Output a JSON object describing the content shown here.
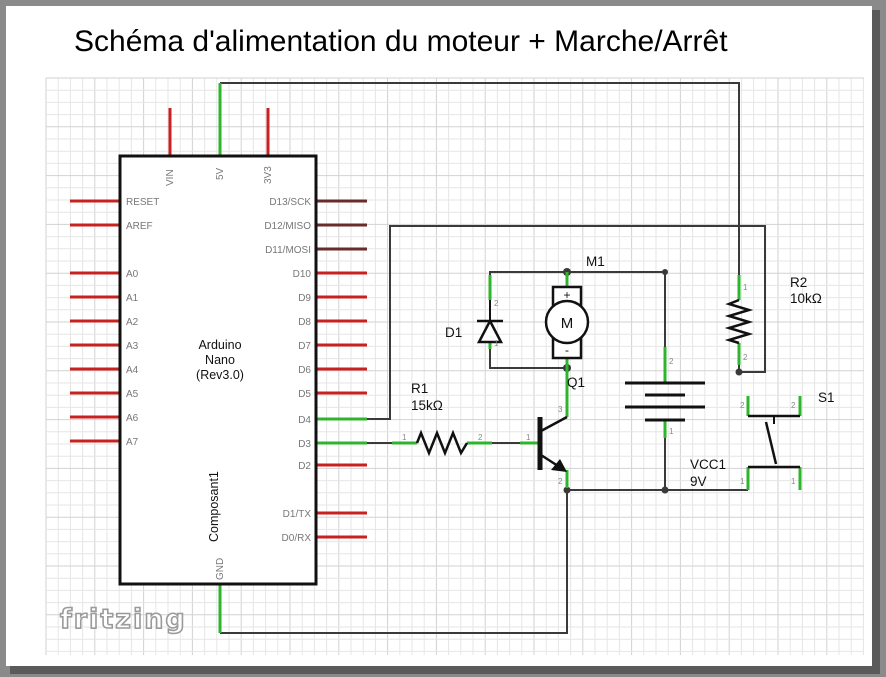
{
  "title": "Schéma d'alimentation du moteur + Marche/Arrêt",
  "logo": "fritzing",
  "arduino": {
    "name_lines": [
      "Arduino",
      "Nano",
      "(Rev3.0)"
    ],
    "instance": "Composant1",
    "top_pins": [
      "VIN",
      "5V",
      "3V3"
    ],
    "bottom_pin": "GND",
    "left_pins": [
      "RESET",
      "AREF",
      "A0",
      "A1",
      "A2",
      "A3",
      "A4",
      "A5",
      "A6",
      "A7"
    ],
    "right_pins": [
      "D13/SCK",
      "D12/MISO",
      "D11/MOSI",
      "D10",
      "D9",
      "D8",
      "D7",
      "D6",
      "D5",
      "D4",
      "D3",
      "D2",
      "D1/TX",
      "D0/RX"
    ]
  },
  "components": {
    "m1": {
      "name": "M1",
      "symbol": "M",
      "plus": "+",
      "minus": "-"
    },
    "d1": {
      "name": "D1"
    },
    "q1": {
      "name": "Q1"
    },
    "r1": {
      "name": "R1",
      "value": "15kΩ"
    },
    "r2": {
      "name": "R2",
      "value": "10kΩ"
    },
    "s1": {
      "name": "S1"
    },
    "vcc1": {
      "name": "VCC1",
      "value": "9V"
    }
  },
  "pin_numbers": {
    "one": "1",
    "two": "2",
    "three": "3"
  },
  "colors": {
    "wire": "#3a3a3a",
    "pin_unconnected": "#c8211f",
    "pin_connected": "#2db52d",
    "grid": "#e6e6e6",
    "frame": "#8a8a8a"
  }
}
